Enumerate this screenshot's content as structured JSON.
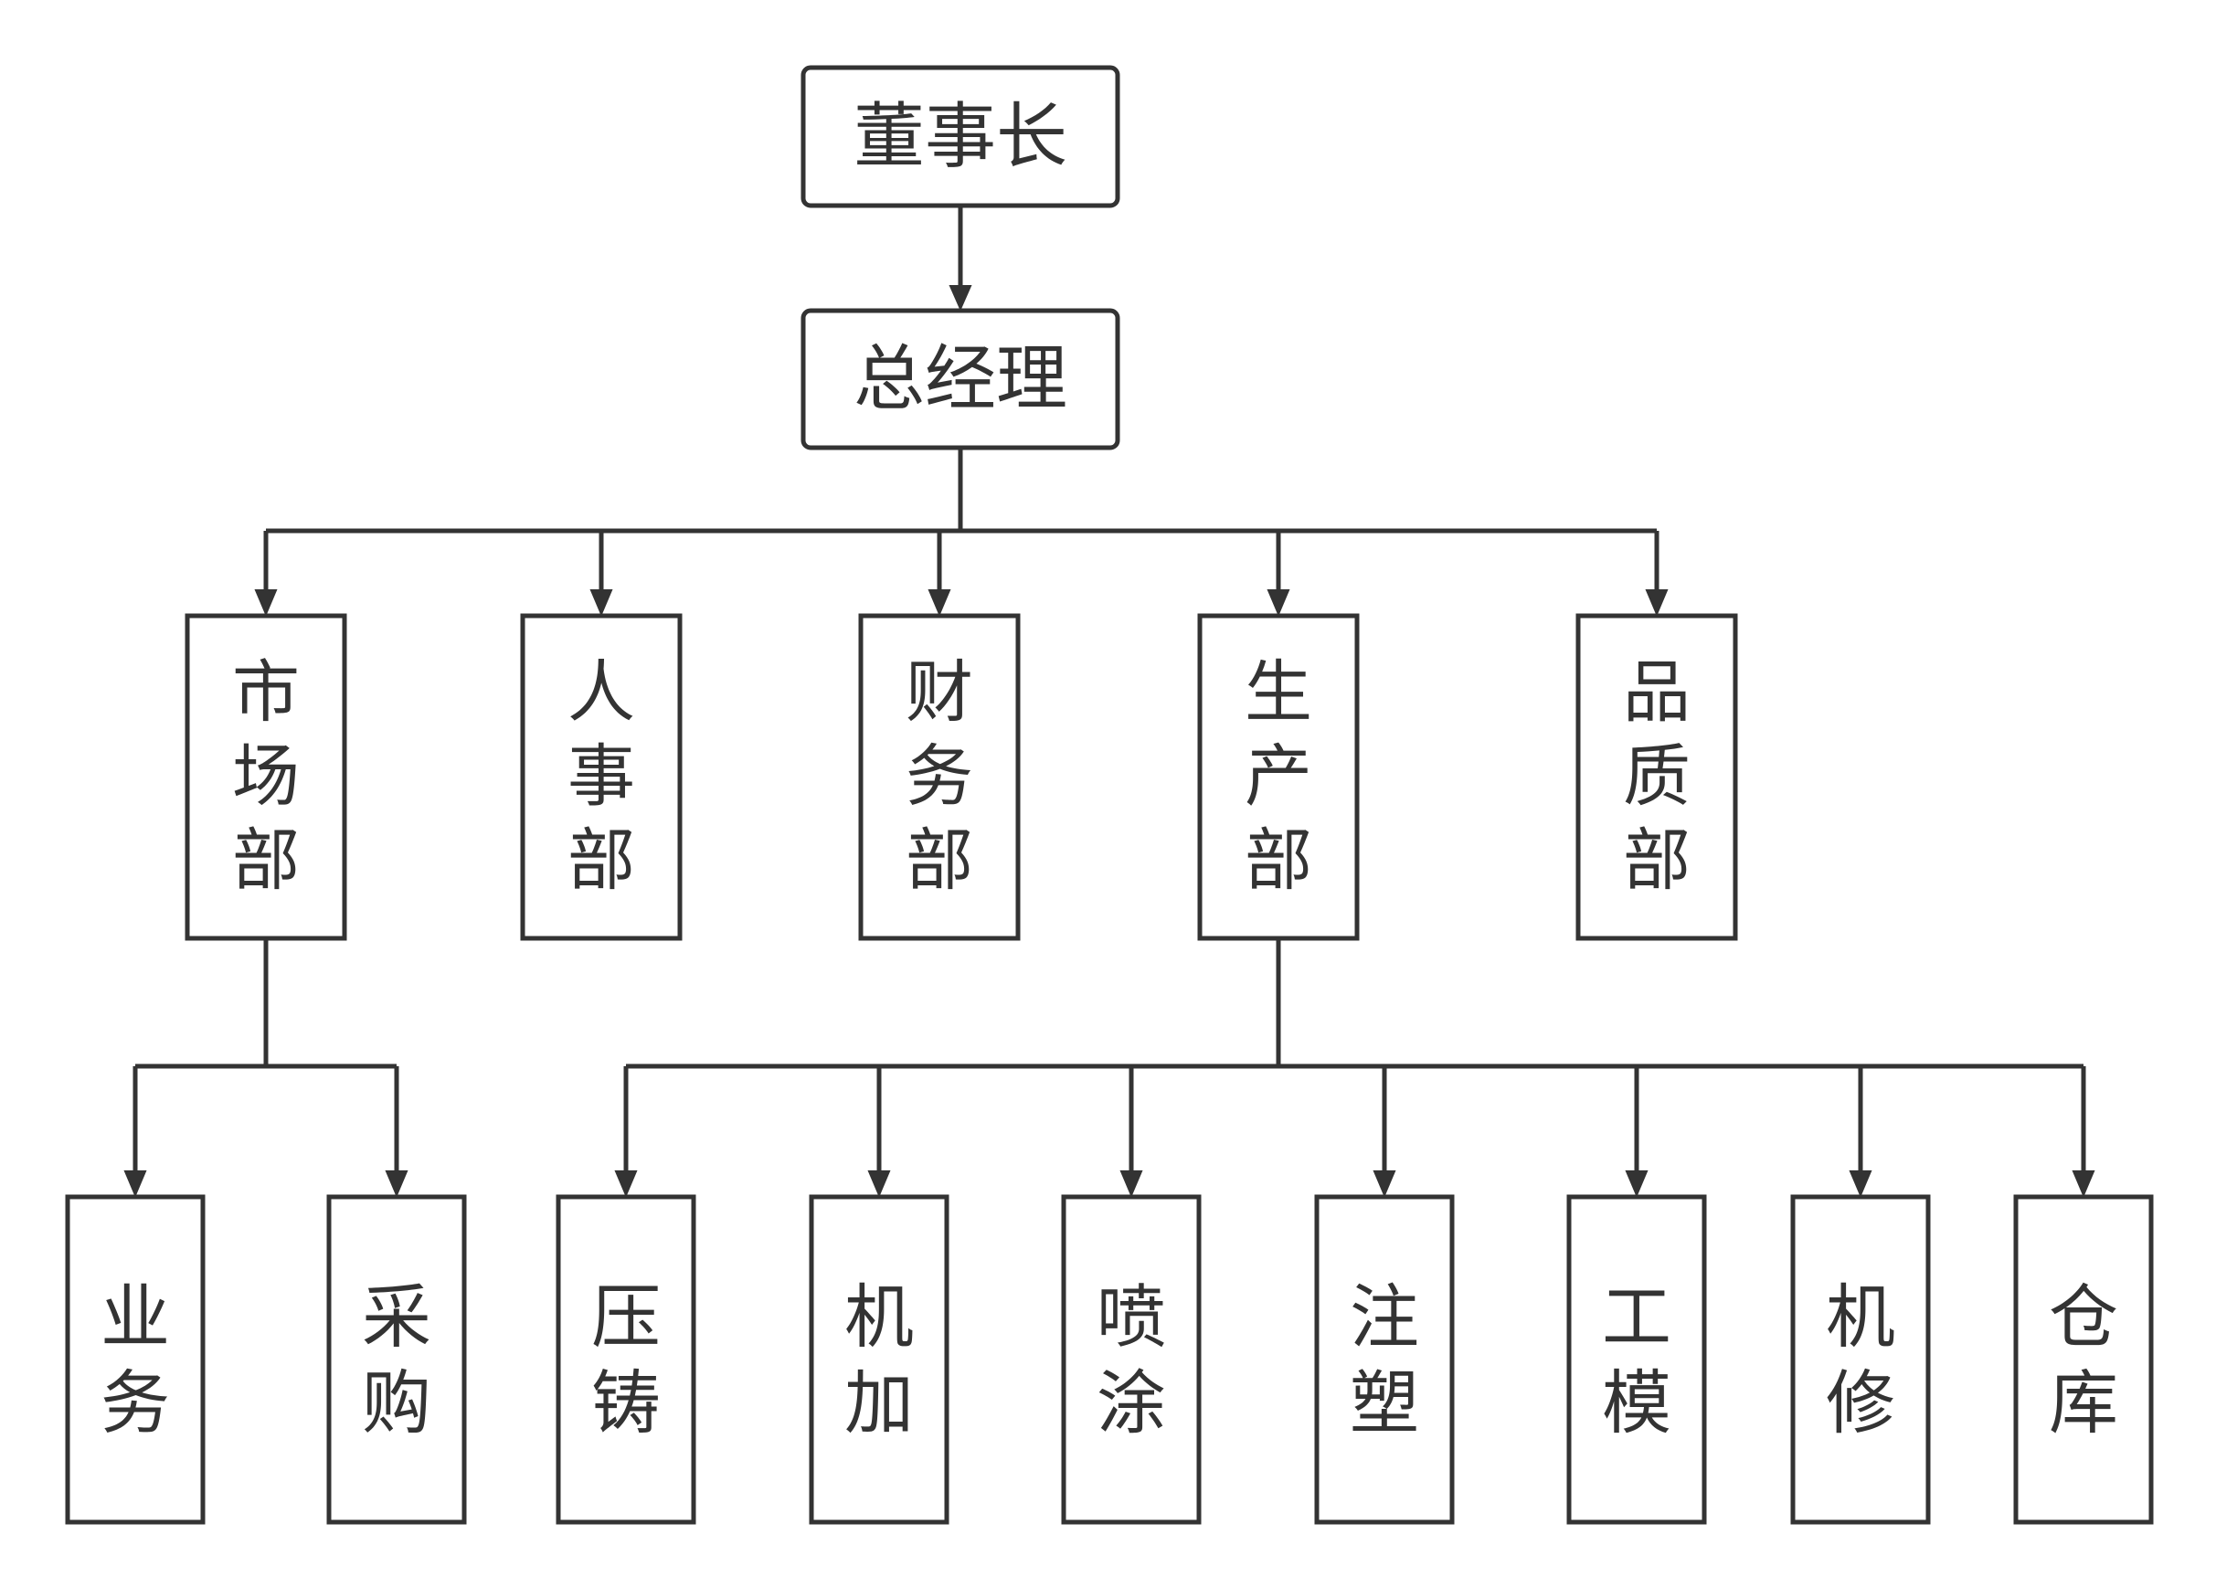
{
  "colors": {
    "stroke": "#333333",
    "text": "#333333",
    "box_fill": "#ffffff",
    "background": "#ffffff"
  },
  "nodes": {
    "chairman": "董事长",
    "general_manager": "总经理",
    "departments": {
      "market": "市场部",
      "hr": "人事部",
      "finance": "财务部",
      "production": "生产部",
      "quality": "品质部"
    },
    "market_units": {
      "business": "业务",
      "purchasing": "采购"
    },
    "production_units": {
      "die_casting": "压铸",
      "machining": "机加",
      "spraying": "喷涂",
      "injection": "注塑",
      "tooling": "工模",
      "maintenance": "机修",
      "warehouse": "仓库"
    }
  }
}
